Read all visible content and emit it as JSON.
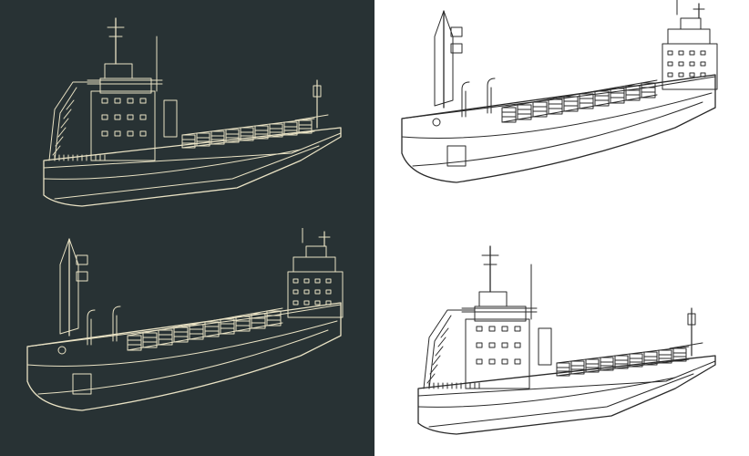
{
  "colors": {
    "dark_background": "#283234",
    "dark_line": "#e9e2c4",
    "light_background": "#ffffff",
    "light_line": "#2a2a2a"
  },
  "panels": [
    {
      "theme": "dark",
      "views": [
        "stern-quarter",
        "bow-quarter"
      ]
    },
    {
      "theme": "light",
      "views": [
        "bow-quarter",
        "stern-quarter"
      ]
    }
  ]
}
